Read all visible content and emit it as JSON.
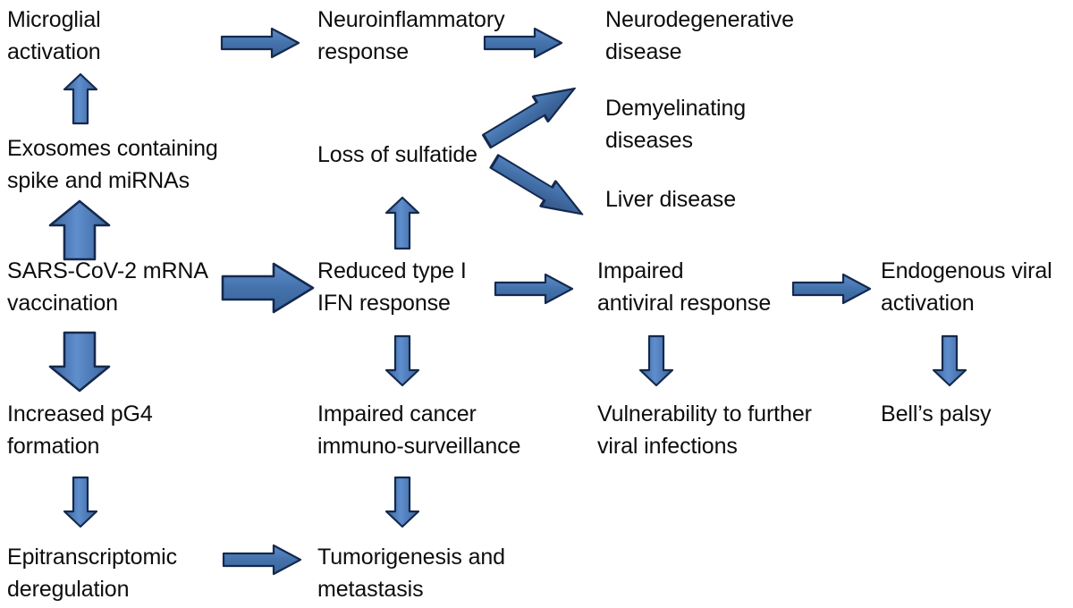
{
  "diagram": {
    "title": "SARS-CoV-2 mRNA vaccination downstream pathology flowchart",
    "background_color": "#ffffff",
    "text_color": "#0d0d0d",
    "arrow_fill": "#4472ab",
    "arrow_fill_light": "#5b8acb",
    "arrow_stroke": "#12264a",
    "nodes": [
      {
        "id": "microglial-activation",
        "label": "Microglial\nactivation"
      },
      {
        "id": "neuroinflammatory-response",
        "label": "Neuroinflammatory\nresponse"
      },
      {
        "id": "neurodegenerative-disease",
        "label": "Neurodegenerative\ndisease"
      },
      {
        "id": "exosomes-spike-mirnas",
        "label": "Exosomes containing\nspike and miRNAs"
      },
      {
        "id": "loss-of-sulfatide",
        "label": "Loss of sulfatide"
      },
      {
        "id": "demyelinating-diseases",
        "label": "Demyelinating\ndiseases"
      },
      {
        "id": "liver-disease",
        "label": "Liver disease"
      },
      {
        "id": "sars-cov-2-mrna-vaccination",
        "label": "SARS-CoV-2 mRNA\nvaccination"
      },
      {
        "id": "reduced-type-i-ifn-response",
        "label": "Reduced type I\nIFN response"
      },
      {
        "id": "impaired-antiviral-response",
        "label": "Impaired\nantiviral response"
      },
      {
        "id": "endogenous-viral-activation",
        "label": "Endogenous viral\nactivation"
      },
      {
        "id": "increased-pg4-formation",
        "label": "Increased pG4\nformation"
      },
      {
        "id": "impaired-cancer-immunosurveillance",
        "label": "Impaired cancer\nimmuno-surveillance"
      },
      {
        "id": "vulnerability-viral-infections",
        "label": "Vulnerability to further\nviral infections"
      },
      {
        "id": "bells-palsy",
        "label": "Bell’s palsy"
      },
      {
        "id": "epitranscriptomic-deregulation",
        "label": "Epitranscriptomic\nderegulation"
      },
      {
        "id": "tumorigenesis-metastasis",
        "label": "Tumorigenesis and\nmetastasis"
      }
    ],
    "edges": [
      {
        "from": "microglial-activation",
        "to": "neuroinflammatory-response",
        "direction": "right"
      },
      {
        "from": "neuroinflammatory-response",
        "to": "neurodegenerative-disease",
        "direction": "right"
      },
      {
        "from": "exosomes-spike-mirnas",
        "to": "microglial-activation",
        "direction": "up"
      },
      {
        "from": "sars-cov-2-mrna-vaccination",
        "to": "exosomes-spike-mirnas",
        "direction": "up"
      },
      {
        "from": "sars-cov-2-mrna-vaccination",
        "to": "reduced-type-i-ifn-response",
        "direction": "right"
      },
      {
        "from": "sars-cov-2-mrna-vaccination",
        "to": "increased-pg4-formation",
        "direction": "down"
      },
      {
        "from": "increased-pg4-formation",
        "to": "epitranscriptomic-deregulation",
        "direction": "down"
      },
      {
        "from": "epitranscriptomic-deregulation",
        "to": "tumorigenesis-metastasis",
        "direction": "right"
      },
      {
        "from": "reduced-type-i-ifn-response",
        "to": "loss-of-sulfatide",
        "direction": "up"
      },
      {
        "from": "loss-of-sulfatide",
        "to": "demyelinating-diseases",
        "direction": "up-right"
      },
      {
        "from": "loss-of-sulfatide",
        "to": "liver-disease",
        "direction": "down-right"
      },
      {
        "from": "reduced-type-i-ifn-response",
        "to": "impaired-antiviral-response",
        "direction": "right"
      },
      {
        "from": "reduced-type-i-ifn-response",
        "to": "impaired-cancer-immunosurveillance",
        "direction": "down"
      },
      {
        "from": "impaired-cancer-immunosurveillance",
        "to": "tumorigenesis-metastasis",
        "direction": "down"
      },
      {
        "from": "impaired-antiviral-response",
        "to": "endogenous-viral-activation",
        "direction": "right"
      },
      {
        "from": "impaired-antiviral-response",
        "to": "vulnerability-viral-infections",
        "direction": "down"
      },
      {
        "from": "endogenous-viral-activation",
        "to": "bells-palsy",
        "direction": "down"
      }
    ]
  }
}
